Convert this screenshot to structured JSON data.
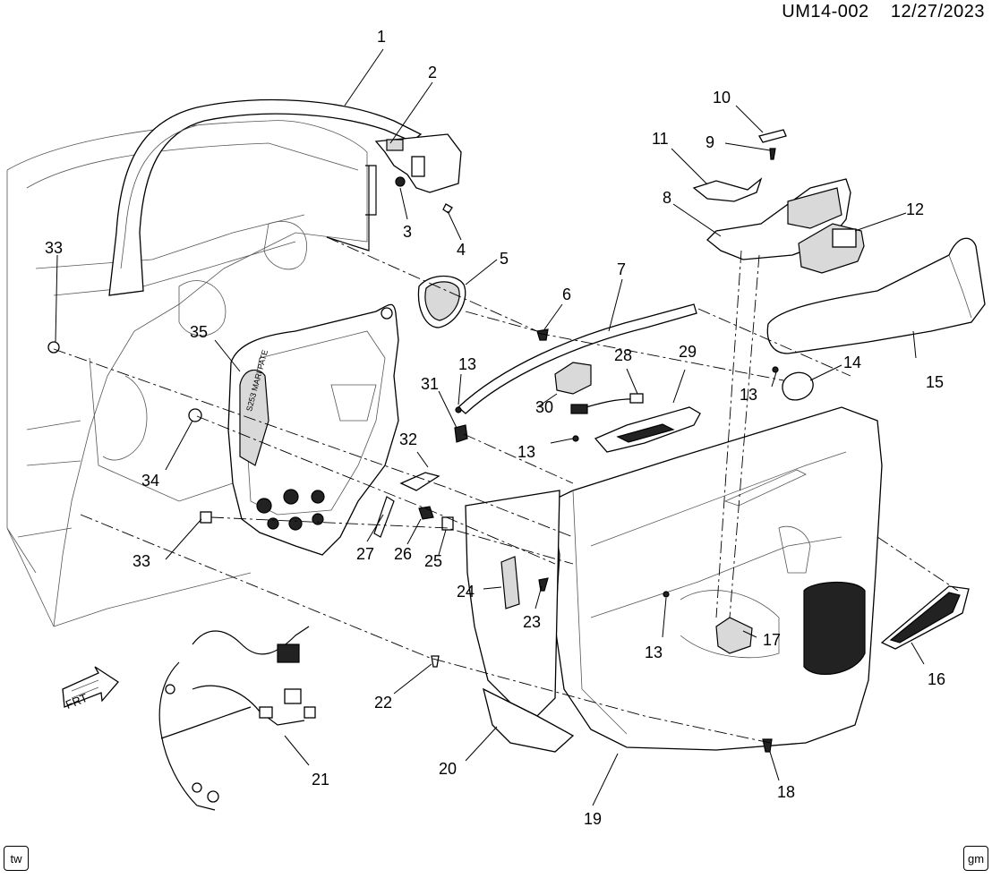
{
  "header": {
    "doc_id": "UM14-002",
    "date": "12/27/2023"
  },
  "callouts": [
    {
      "id": "1",
      "text": "1"
    },
    {
      "id": "2",
      "text": "2"
    },
    {
      "id": "3",
      "text": "3"
    },
    {
      "id": "4",
      "text": "4"
    },
    {
      "id": "5",
      "text": "5"
    },
    {
      "id": "6",
      "text": "6"
    },
    {
      "id": "7",
      "text": "7"
    },
    {
      "id": "8",
      "text": "8"
    },
    {
      "id": "9",
      "text": "9"
    },
    {
      "id": "10",
      "text": "10"
    },
    {
      "id": "11",
      "text": "11"
    },
    {
      "id": "12",
      "text": "12"
    },
    {
      "id": "13a",
      "text": "13"
    },
    {
      "id": "13b",
      "text": "13"
    },
    {
      "id": "13c",
      "text": "13"
    },
    {
      "id": "13d",
      "text": "13"
    },
    {
      "id": "14",
      "text": "14"
    },
    {
      "id": "15",
      "text": "15"
    },
    {
      "id": "16",
      "text": "16"
    },
    {
      "id": "17",
      "text": "17"
    },
    {
      "id": "18",
      "text": "18"
    },
    {
      "id": "19",
      "text": "19"
    },
    {
      "id": "20",
      "text": "20"
    },
    {
      "id": "21",
      "text": "21"
    },
    {
      "id": "22",
      "text": "22"
    },
    {
      "id": "23",
      "text": "23"
    },
    {
      "id": "24",
      "text": "24"
    },
    {
      "id": "25",
      "text": "25"
    },
    {
      "id": "26",
      "text": "26"
    },
    {
      "id": "27",
      "text": "27"
    },
    {
      "id": "28",
      "text": "28"
    },
    {
      "id": "29",
      "text": "29"
    },
    {
      "id": "30",
      "text": "30"
    },
    {
      "id": "31",
      "text": "31"
    },
    {
      "id": "32",
      "text": "32"
    },
    {
      "id": "33a",
      "text": "33"
    },
    {
      "id": "33b",
      "text": "33"
    },
    {
      "id": "34",
      "text": "34"
    },
    {
      "id": "35",
      "text": "35"
    }
  ],
  "panel_label": "S253 MARI PATE",
  "orientation_arrow": "FRT",
  "corner_left": "tw",
  "corner_right": "gm"
}
